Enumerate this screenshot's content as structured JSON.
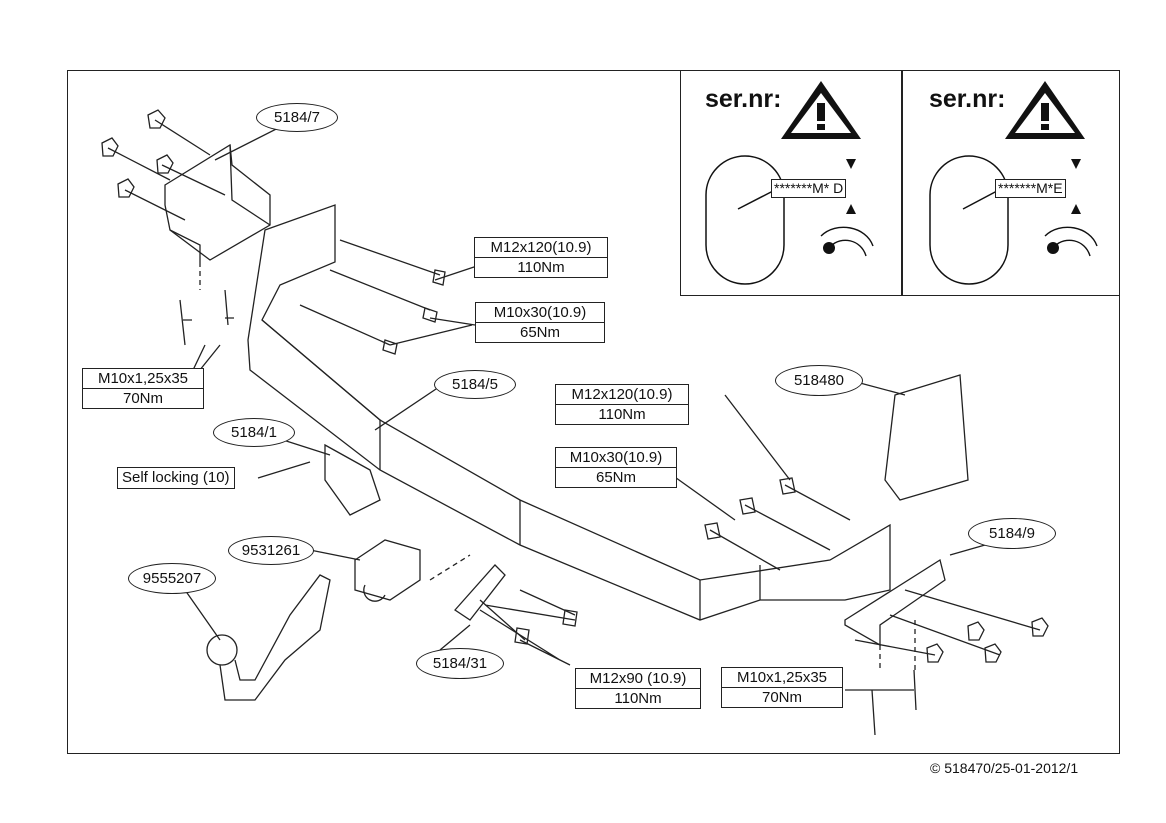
{
  "labels": {
    "part_5184_7": "5184/7",
    "part_5184_5": "5184/5",
    "part_5184_1": "5184/1",
    "part_9531261": "9531261",
    "part_9555207": "9555207",
    "part_5184_31": "5184/31",
    "part_518480": "518480",
    "part_5184_9": "5184/9",
    "self_locking": "Self locking (10)"
  },
  "bolts": [
    {
      "spec": "M12x120(10.9)",
      "torque": "110Nm"
    },
    {
      "spec": "M10x30(10.9)",
      "torque": "65Nm"
    },
    {
      "spec": "M10x1,25x35",
      "torque": "70Nm"
    },
    {
      "spec": "M12x120(10.9)",
      "torque": "110Nm"
    },
    {
      "spec": "M10x30(10.9)",
      "torque": "65Nm"
    },
    {
      "spec": "M12x90 (10.9)",
      "torque": "110Nm"
    },
    {
      "spec": "M10x1,25x35",
      "torque": "70Nm"
    }
  ],
  "serial_panels": [
    {
      "title": "ser.nr:",
      "code": "*******M* D"
    },
    {
      "title": "ser.nr:",
      "code": "*******M*E"
    }
  ],
  "copyright": "© 518470/25-01-2012/1"
}
